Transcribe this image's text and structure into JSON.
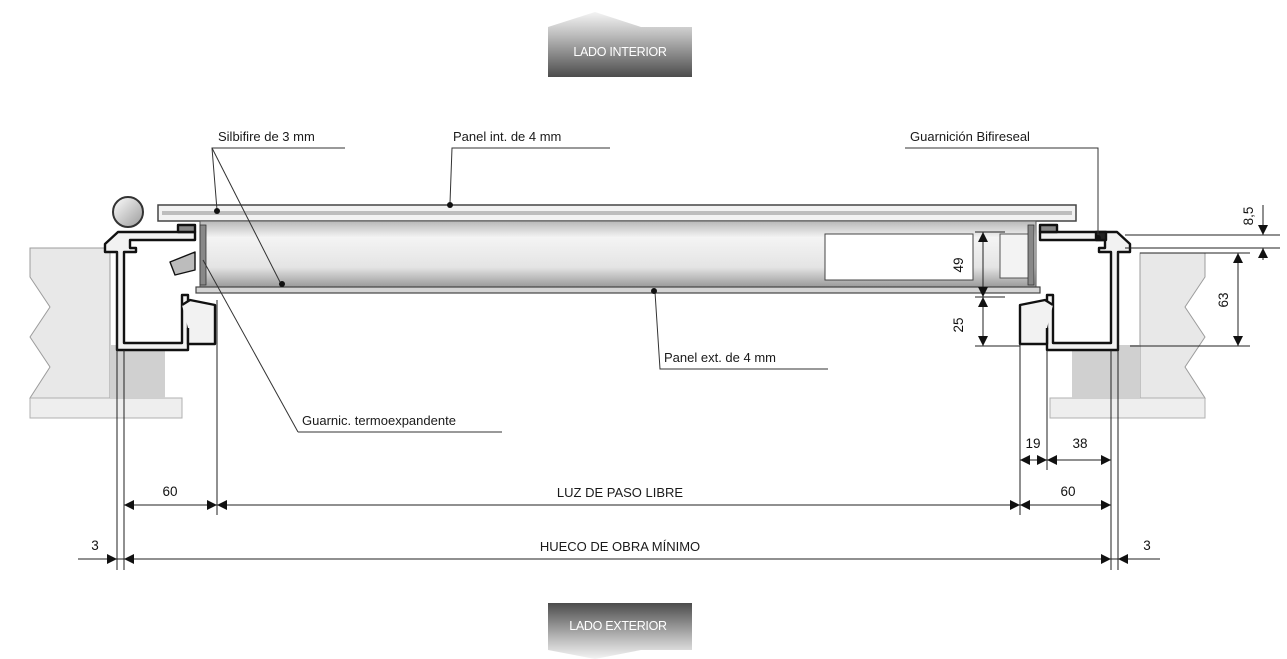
{
  "badges": {
    "interior": "LADO INTERIOR",
    "exterior": "LADO EXTERIOR"
  },
  "callouts": {
    "silbifire": "Silbifire de 3 mm",
    "panel_int": "Panel int. de 4 mm",
    "guarnicion": "Guarnición Bifireseal",
    "panel_ext": "Panel ext. de 4 mm",
    "guarnic_termo": "Guarnic. termoexpandente"
  },
  "dimensions": {
    "d_8_5": "8,5",
    "d_63": "63",
    "d_49": "49",
    "d_25": "25",
    "d_19": "19",
    "d_38": "38",
    "d_60_left": "60",
    "d_60_right": "60",
    "d_3_left": "3",
    "d_3_right": "3",
    "luz_de_paso": "LUZ DE PASO LIBRE",
    "hueco_de_obra": "HUECO DE OBRA MÍNIMO"
  },
  "colors": {
    "badge_dark": "#4a4a4a",
    "badge_light": "#f2f2f2",
    "wall": "#e6e6e6",
    "line": "#1a1a1a"
  }
}
